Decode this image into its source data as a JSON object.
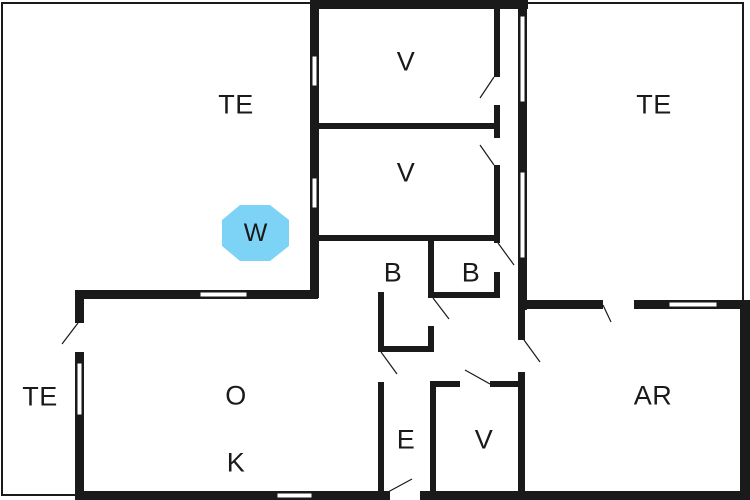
{
  "diagram": {
    "type": "floor-plan",
    "colors": {
      "wall": "#1a1a1a",
      "background": "#ffffff",
      "marker": "#7dd3f5"
    },
    "rooms": [
      {
        "id": "terrace-west-top",
        "label": "TE"
      },
      {
        "id": "bedroom-1",
        "label": "V"
      },
      {
        "id": "bedroom-2",
        "label": "V"
      },
      {
        "id": "terrace-east",
        "label": "TE"
      },
      {
        "id": "bathroom-1",
        "label": "B"
      },
      {
        "id": "bathroom-2",
        "label": "B"
      },
      {
        "id": "terrace-west-bottom",
        "label": "TE"
      },
      {
        "id": "living-room",
        "label": "O"
      },
      {
        "id": "kitchen",
        "label": "K"
      },
      {
        "id": "entrance",
        "label": "E"
      },
      {
        "id": "bedroom-3",
        "label": "V"
      },
      {
        "id": "utility-room",
        "label": "AR"
      }
    ],
    "markers": [
      {
        "id": "whirlpool",
        "label": "W"
      }
    ]
  }
}
